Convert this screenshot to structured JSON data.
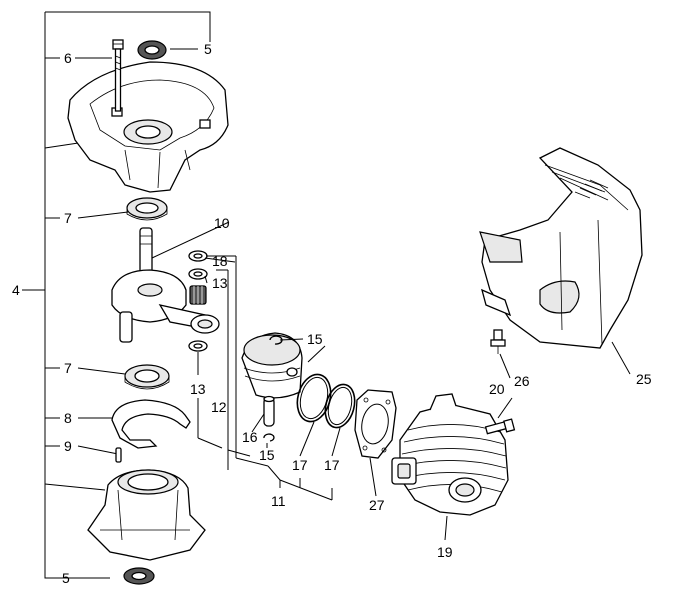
{
  "callouts": {
    "n4": "4",
    "n5_top": "5",
    "n5_bottom": "5",
    "n6": "6",
    "n7_top": "7",
    "n7_bottom": "7",
    "n8": "8",
    "n9": "9",
    "n10": "10",
    "n11": "11",
    "n12": "12",
    "n13_top": "13",
    "n13_bottom": "13",
    "n15_top": "15",
    "n15_bottom": "15",
    "n16": "16",
    "n17_left": "17",
    "n17_right": "17",
    "n18": "18",
    "n19": "19",
    "n20": "20",
    "n25": "25",
    "n26": "26",
    "n27": "27"
  }
}
